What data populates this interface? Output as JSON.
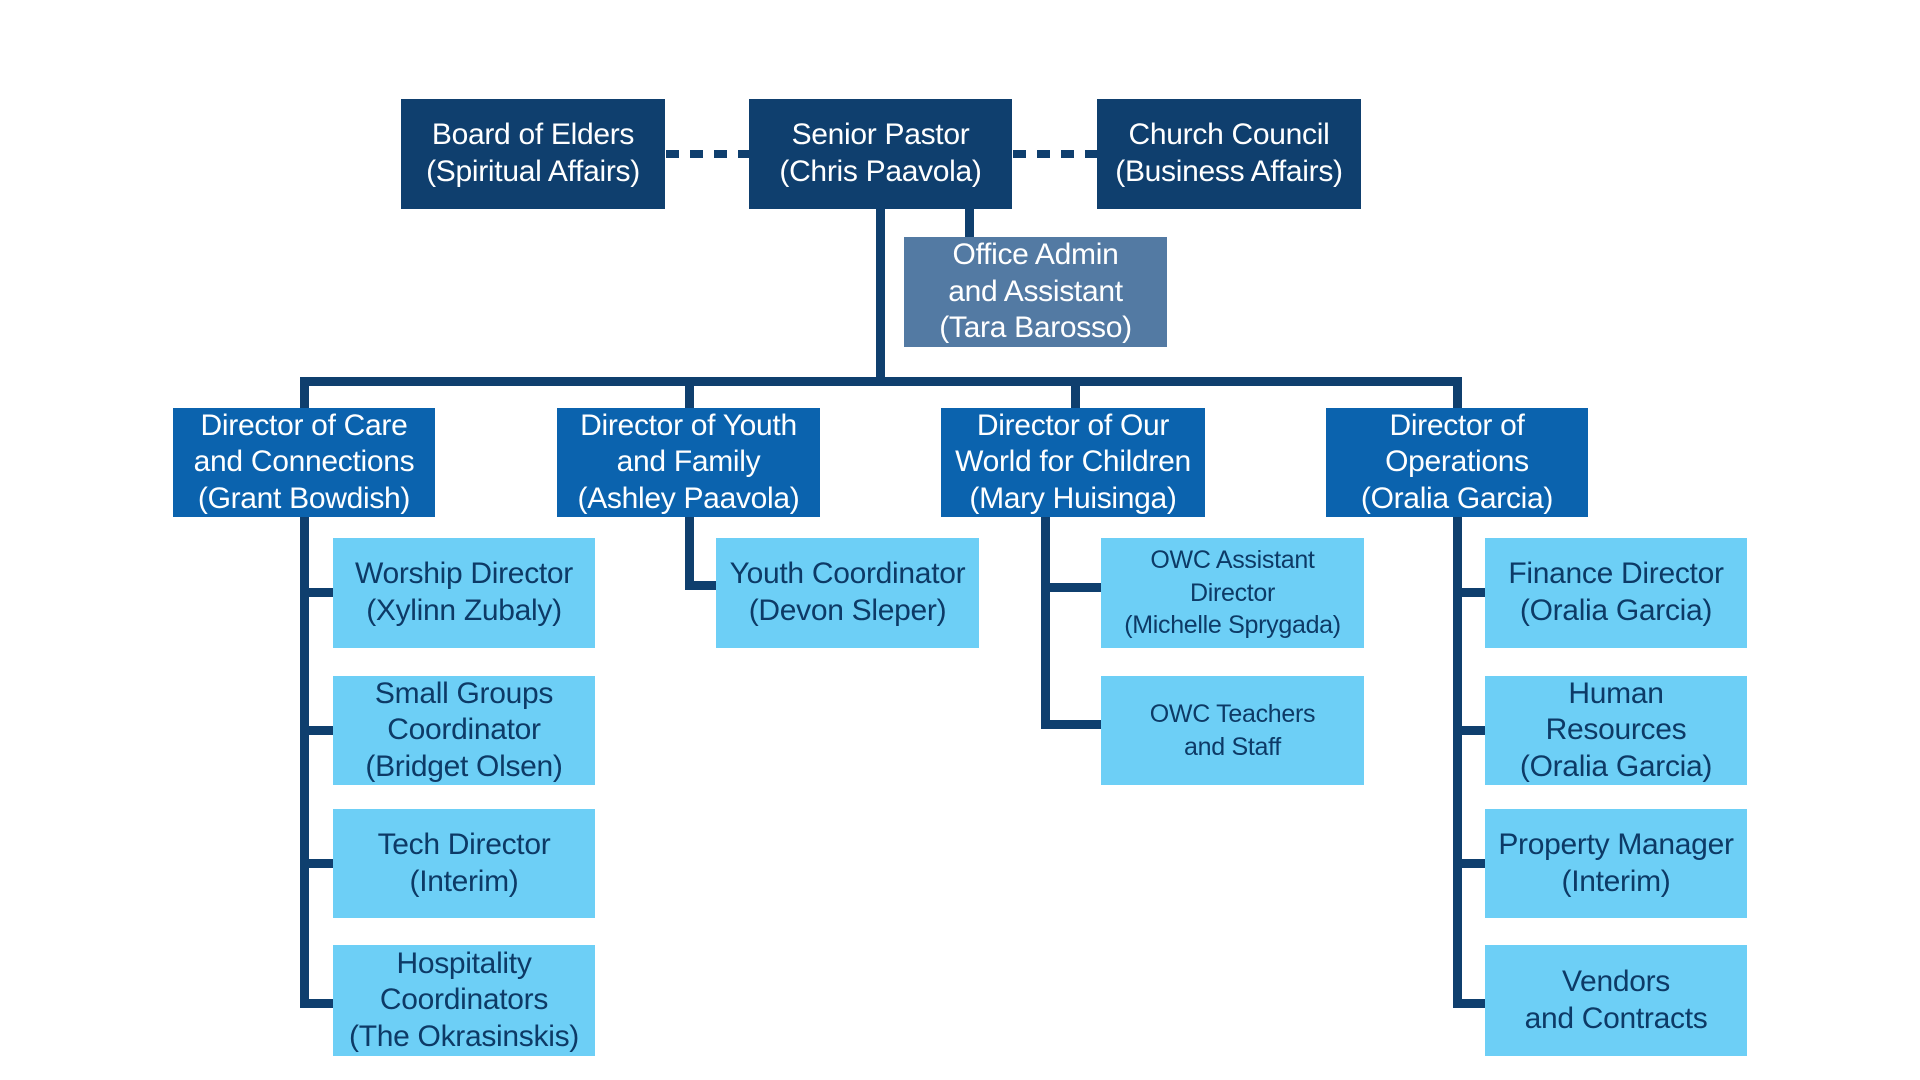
{
  "title": "Church Organizational Chart",
  "colors": {
    "top_level": "#0f3f6e",
    "admin": "#537aa3",
    "director": "#0b63ae",
    "staff": "#6dcff6",
    "staff_text": "#0d3a66",
    "connector": "#0f3f6e"
  },
  "top_row": {
    "board_of_elders": {
      "line1": "Board of Elders",
      "line2": "(Spiritual Affairs)"
    },
    "senior_pastor": {
      "line1": "Senior Pastor",
      "line2": "(Chris Paavola)"
    },
    "church_council": {
      "line1": "Church Council",
      "line2": "(Business Affairs)"
    }
  },
  "office_admin": {
    "line1": "Office Admin",
    "line2": "and Assistant",
    "line3": "(Tara Barosso)"
  },
  "directors": [
    {
      "line1": "Director of Care",
      "line2": "and Connections",
      "line3": "(Grant Bowdish)",
      "reports": [
        {
          "line1": "Worship Director",
          "line2": "(Xylinn Zubaly)"
        },
        {
          "line1": "Small Groups",
          "line2": "Coordinator",
          "line3": "(Bridget Olsen)"
        },
        {
          "line1": "Tech Director",
          "line2": "(Interim)"
        },
        {
          "line1": "Hospitality",
          "line2": "Coordinators",
          "line3": "(The Okrasinskis)"
        }
      ]
    },
    {
      "line1": "Director of Youth",
      "line2": "and Family",
      "line3": "(Ashley Paavola)",
      "reports": [
        {
          "line1": "Youth Coordinator",
          "line2": "(Devon Sleper)"
        }
      ]
    },
    {
      "line1": "Director of Our",
      "line2": "World for Children",
      "line3": "(Mary Huisinga)",
      "reports": [
        {
          "line1": "OWC Assistant",
          "line2": "Director",
          "line3": "(Michelle Sprygada)"
        },
        {
          "line1": "OWC Teachers",
          "line2": "and Staff"
        }
      ]
    },
    {
      "line1": "Director of",
      "line2": "Operations",
      "line3": "(Oralia Garcia)",
      "reports": [
        {
          "line1": "Finance Director",
          "line2": "(Oralia Garcia)"
        },
        {
          "line1": "Human",
          "line2": "Resources",
          "line3": "(Oralia Garcia)"
        },
        {
          "line1": "Property Manager",
          "line2": "(Interim)"
        },
        {
          "line1": "Vendors",
          "line2": "and Contracts"
        }
      ]
    }
  ]
}
